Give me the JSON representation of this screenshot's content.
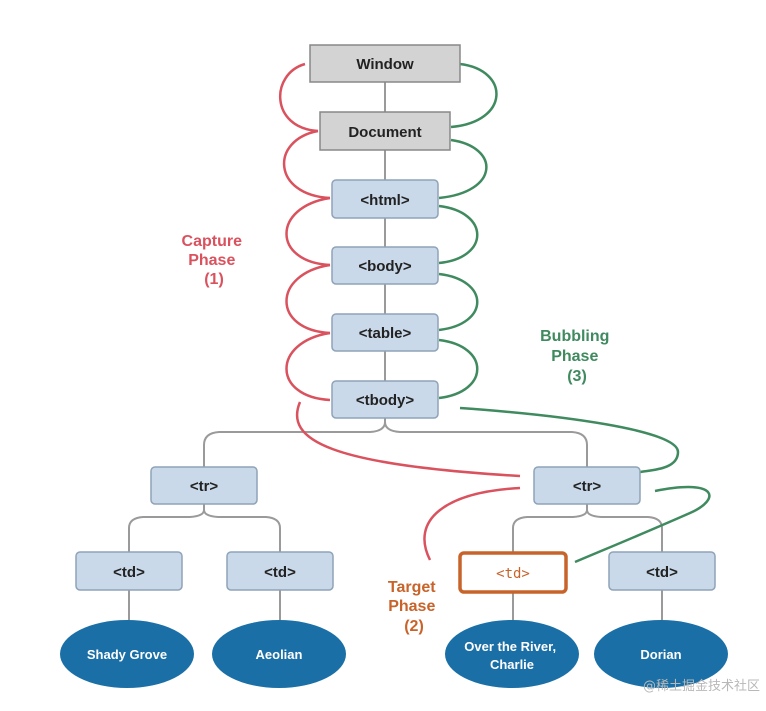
{
  "colors": {
    "capture": "#d9525e",
    "bubble": "#3f8a5f",
    "target": "#c8632a",
    "connector": "#9a9a9a",
    "gray_fill": "#d3d3d3",
    "gray_stroke": "#888888",
    "node_fill": "#c9d9ea",
    "node_stroke": "#8fa3b8",
    "leaf_fill": "#1a6fa6"
  },
  "nodes": {
    "window": "Window",
    "document": "Document",
    "html": "<html>",
    "body": "<body>",
    "table": "<table>",
    "tbody": "<tbody>",
    "tr_left": "<tr>",
    "tr_right": "<tr>",
    "td_1": "<td>",
    "td_2": "<td>",
    "td_target": "<td>",
    "td_4": "<td>"
  },
  "leaves": {
    "shady_grove": [
      "Shady Grove"
    ],
    "aeolian": [
      "Aeolian"
    ],
    "over_the_river": [
      "Over the River,",
      "Charlie"
    ],
    "dorian": [
      "Dorian"
    ]
  },
  "phases": {
    "capture": [
      "Capture",
      "Phase",
      "(1)"
    ],
    "bubbling": [
      "Bubbling",
      "Phase",
      "(3)"
    ],
    "target": [
      "Target",
      "Phase",
      "(2)"
    ]
  },
  "watermark": "@稀土掘金技术社区"
}
